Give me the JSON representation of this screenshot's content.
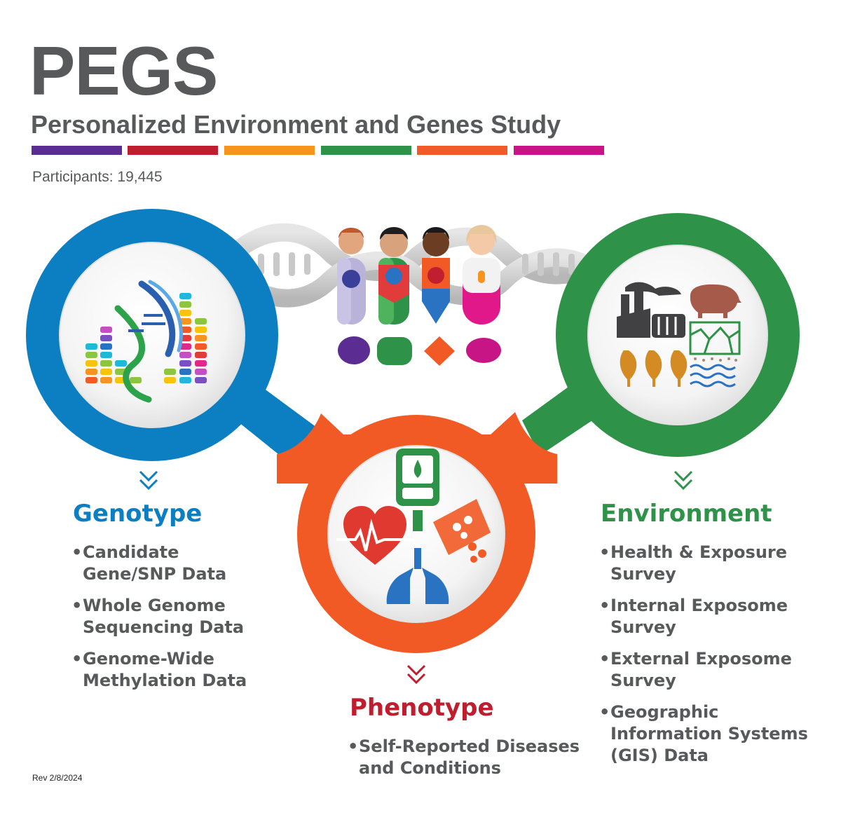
{
  "header": {
    "title": "PEGS",
    "subtitle": "Personalized Environment and Genes Study",
    "participants": "Participants: 19,445",
    "color_bars": [
      "#5b2c91",
      "#bf1e2e",
      "#f7941d",
      "#2e9348",
      "#f15a29",
      "#c71585"
    ]
  },
  "colors": {
    "genotype": "#0c7fc2",
    "phenotype": "#f15a24",
    "environment": "#2e9348",
    "phenotype_title": "#be1e2d",
    "text": "#58595b"
  },
  "icons": {
    "genotype": "dna-sequencing-icon",
    "phenotype": "health-measurement-icon",
    "environment": "environmental-exposures-icon",
    "people": "participant-figures-icon",
    "dna": "dna-helix-icon"
  },
  "genotype": {
    "title": "Genotype",
    "items": [
      "Candidate Gene/SNP Data",
      "Whole Genome Sequencing Data",
      "Genome-Wide Methylation Data"
    ]
  },
  "phenotype": {
    "title": "Phenotype",
    "items": [
      "Self-Reported Diseases and Conditions"
    ]
  },
  "environment": {
    "title": "Environment",
    "items": [
      "Health & Exposure Survey",
      "Internal Exposome Survey",
      "External Exposome Survey",
      "Geographic Information Systems (GIS) Data"
    ]
  },
  "footer": {
    "revision": "Rev 2/8/2024"
  }
}
